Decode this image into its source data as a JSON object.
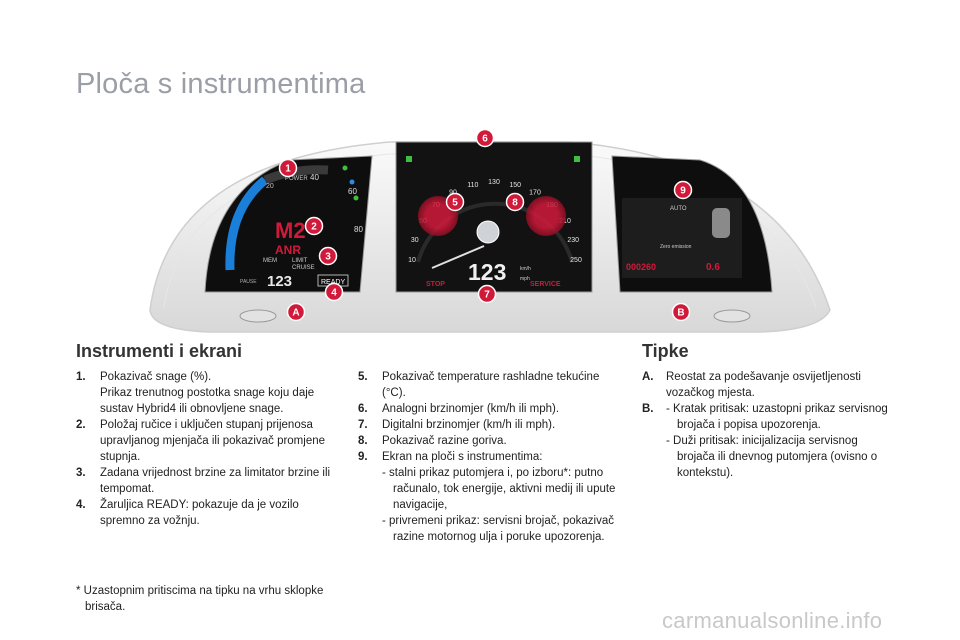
{
  "page": {
    "title": "Ploča s instrumentima",
    "watermark": "carmanualsonline.info"
  },
  "diagram": {
    "callouts": [
      "1",
      "2",
      "3",
      "4",
      "A",
      "5",
      "6",
      "7",
      "8",
      "9",
      "B"
    ],
    "left_screen": {
      "power_label": "POWER",
      "power_40": "40",
      "power_20": "20",
      "power_60": "60",
      "power_80": "80",
      "gear": "M2",
      "anr": "ANR",
      "mem": "MEM",
      "limit": "LIMIT",
      "cruise": "CRUISE",
      "speed": "123",
      "ready": "READY",
      "pause": "PAUSE"
    },
    "center_screen": {
      "speed_ticks": [
        "10",
        "30",
        "50",
        "70",
        "90",
        "110",
        "130",
        "150",
        "170",
        "190",
        "210",
        "230",
        "250"
      ],
      "digital_speed": "123",
      "unit_kmh": "km/h",
      "unit_mph": "mph",
      "stop": "STOP",
      "service": "SERVICE"
    },
    "right_screen": {
      "auto": "AUTO",
      "zero_emission": "Zero emission",
      "odometer": "000260",
      "trip": "0.6"
    }
  },
  "sections": {
    "instruments_heading": "Instrumenti i ekrani",
    "keys_heading": "Tipke"
  },
  "col1": [
    {
      "num": "1.",
      "lines": [
        "Pokazivač snage (%).",
        "Prikaz trenutnog postotka snage koju daje sustav Hybrid4 ili obnovljene snage."
      ]
    },
    {
      "num": "2.",
      "lines": [
        "Položaj ručice i uključen stupanj prijenosa upravljanog mjenjača ili pokazivač promjene stupnja."
      ]
    },
    {
      "num": "3.",
      "lines": [
        "Zadana vrijednost brzine za limitator brzine ili tempomat."
      ]
    },
    {
      "num": "4.",
      "lines": [
        "Žaruljica READY: pokazuje da je vozilo spremno za vožnju."
      ]
    }
  ],
  "col2": [
    {
      "num": "5.",
      "lines": [
        "Pokazivač temperature rashladne tekućine (°C)."
      ]
    },
    {
      "num": "6.",
      "lines": [
        "Analogni brzinomjer (km/h ili mph)."
      ]
    },
    {
      "num": "7.",
      "lines": [
        "Digitalni brzinomjer (km/h ili mph)."
      ]
    },
    {
      "num": "8.",
      "lines": [
        "Pokazivač razine goriva."
      ]
    },
    {
      "num": "9.",
      "lines": [
        "Ekran na ploči s instrumentima:"
      ],
      "subs": [
        "- stalni prikaz putomjera i, po izboru*: putno računalo, tok energije, aktivni medij ili upute navigacije,",
        "- privremeni prikaz: servisni brojač, pokazivač razine motornog ulja i poruke upozorenja."
      ]
    }
  ],
  "col3": [
    {
      "num": "A.",
      "lines": [
        "Reostat za podešavanje osvijetljenosti vozačkog mjesta."
      ]
    },
    {
      "num": "B.",
      "lines": [],
      "subs": [
        "- Kratak pritisak: uzastopni prikaz servisnog brojača i popisa upozorenja.",
        "- Duži pritisak: inicijalizacija servisnog brojača ili dnevnog putomjera (ovisno o kontekstu)."
      ]
    }
  ],
  "footnote": "* Uzastopnim pritiscima na tipku na vrhu sklopke brisača.",
  "colors": {
    "accent": "#d1193a",
    "title_gray": "#9a9ea6",
    "screen": "#141414"
  }
}
